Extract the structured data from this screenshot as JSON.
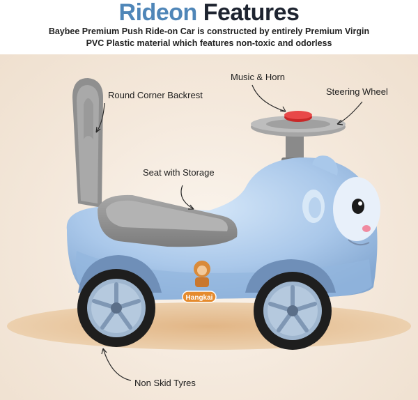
{
  "header": {
    "title_part1": "Rideon",
    "title_part2": "Features",
    "subtitle_line1": "Baybee Premium Push Ride-on Car is constructed by entirely Premium Virgin",
    "subtitle_line2": "PVC Plastic material which features non-toxic and odorless"
  },
  "callouts": {
    "music_horn": "Music & Horn",
    "round_backrest": "Round Corner Backrest",
    "steering_wheel": "Steering Wheel",
    "seat_storage": "Seat with Storage",
    "non_skid_tyres": "Non Skid Tyres"
  },
  "product": {
    "decal_text": "Hangkai"
  },
  "colors": {
    "title_blue": "#4f86b8",
    "title_dark": "#1e2430",
    "body_blue": "#a9c8ea",
    "seat_gray": "#8e8e8e",
    "horn_red": "#e03a3a",
    "shadow": "#e0b98c"
  }
}
